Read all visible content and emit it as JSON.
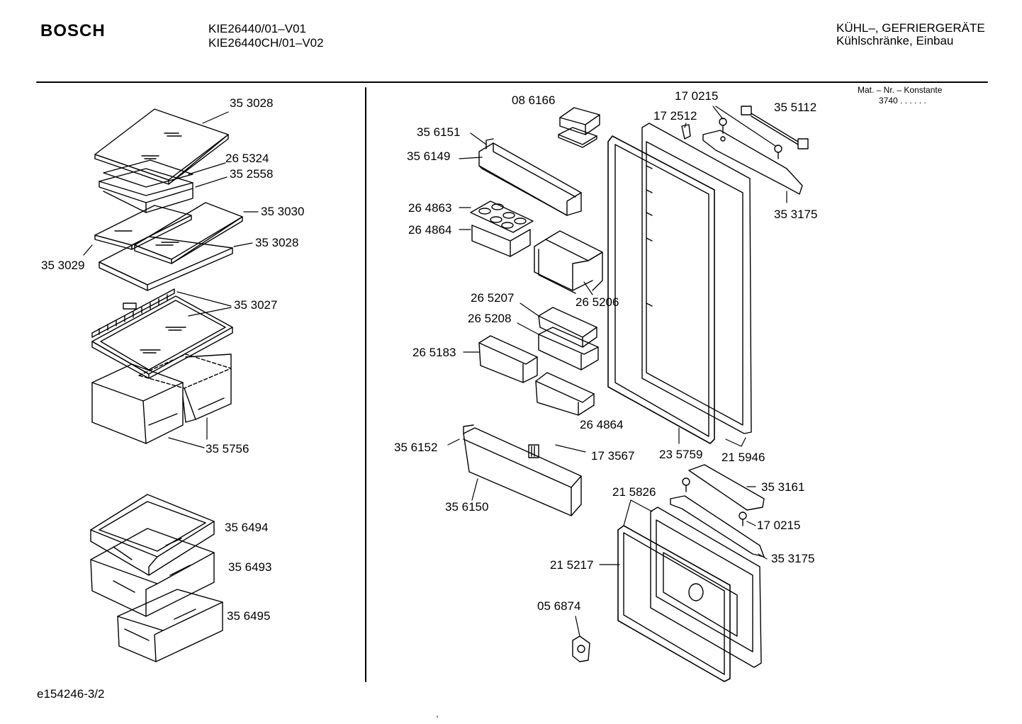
{
  "header": {
    "brand": "BOSCH",
    "model_line_1": "KIE26440/01–V01",
    "model_line_2": "KIE26440CH/01–V02",
    "category_line_1": "KÜHL–, GEFRIERGERÄTE",
    "category_line_2": "Kühlschränke, Einbau"
  },
  "meta": {
    "mat_label": "Mat. – Nr. – Konstante",
    "mat_value": "3740  .  .    .  .  .  ."
  },
  "footer": {
    "doc_id": "e154246-3/2",
    "tick": "'"
  },
  "parts_left": {
    "p353028a": "35 3028",
    "p265324": "26 5324",
    "p352558": "35 2558",
    "p353030": "35 3030",
    "p353028b": "35 3028",
    "p353029": "35 3029",
    "p353027": "35 3027",
    "p355756": "35 5756",
    "p356494": "35 6494",
    "p356493": "35 6493",
    "p356495": "35 6495"
  },
  "parts_right": {
    "p086166": "08 6166",
    "p356151": "35 6151",
    "p356149": "35 6149",
    "p264863": "26 4863",
    "p264864a": "26 4864",
    "p265207": "26 5207",
    "p265206": "26 5206",
    "p265208": "26 5208",
    "p265183": "26 5183",
    "p264864b": "26 4864",
    "p356152": "35 6152",
    "p173567": "17 3567",
    "p356150": "35 6150",
    "p170215a": "17 0215",
    "p172512": "17 2512",
    "p355112": "35 5112",
    "p353175a": "35 3175",
    "p235759": "23 5759",
    "p215946": "21 5946",
    "p353161": "35 3161",
    "p215826": "21 5826",
    "p170215b": "17 0215",
    "p353175b": "35 3175",
    "p215217": "21 5217",
    "p056874": "05 6874"
  }
}
